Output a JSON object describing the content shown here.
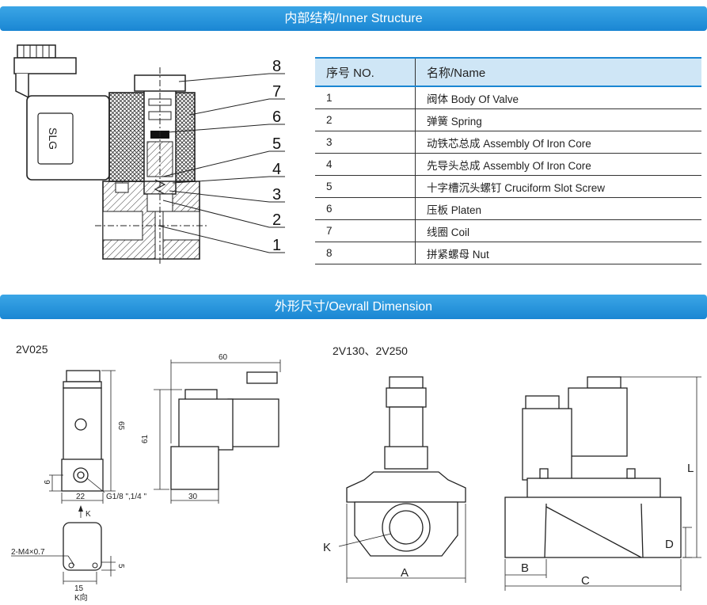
{
  "sections": {
    "inner_title": "内部结构/Inner Structure",
    "dimension_title": "外形尺寸/Oevrall Dimension"
  },
  "valve_badge": "SLG",
  "callouts": [
    "8",
    "7",
    "6",
    "5",
    "4",
    "3",
    "2",
    "1"
  ],
  "parts_table": {
    "headers": [
      "序号 NO.",
      "名称/Name"
    ],
    "rows": [
      [
        "1",
        "阀体 Body Of Valve"
      ],
      [
        "2",
        "弹簧 Spring"
      ],
      [
        "3",
        "动铁芯总成 Assembly Of Iron Core"
      ],
      [
        "4",
        "先导头总成 Assembly Of Iron Core"
      ],
      [
        "5",
        "十字槽沉头螺钉 Cruciform Slot Screw"
      ],
      [
        "6",
        "压板 Platen"
      ],
      [
        "7",
        "线圈 Coil"
      ],
      [
        "8",
        "拼紧螺母 Nut"
      ]
    ]
  },
  "models": {
    "left": "2V025",
    "right": "2V130、2V250"
  },
  "dims_2v025": {
    "height_65": "65",
    "height_61": "61",
    "width_60": "60",
    "width_22": "22",
    "width_30": "30",
    "offset_9": "9",
    "port": "G1/8 \",1/4 \"",
    "view_arrow": "K",
    "thread": "2-M4×0.7",
    "spacing_15": "15",
    "offset_5": "5",
    "view_label": "K向"
  },
  "dims_2v130": {
    "k": "K",
    "a": "A",
    "b": "B",
    "c": "C",
    "d": "D",
    "l": "L"
  }
}
